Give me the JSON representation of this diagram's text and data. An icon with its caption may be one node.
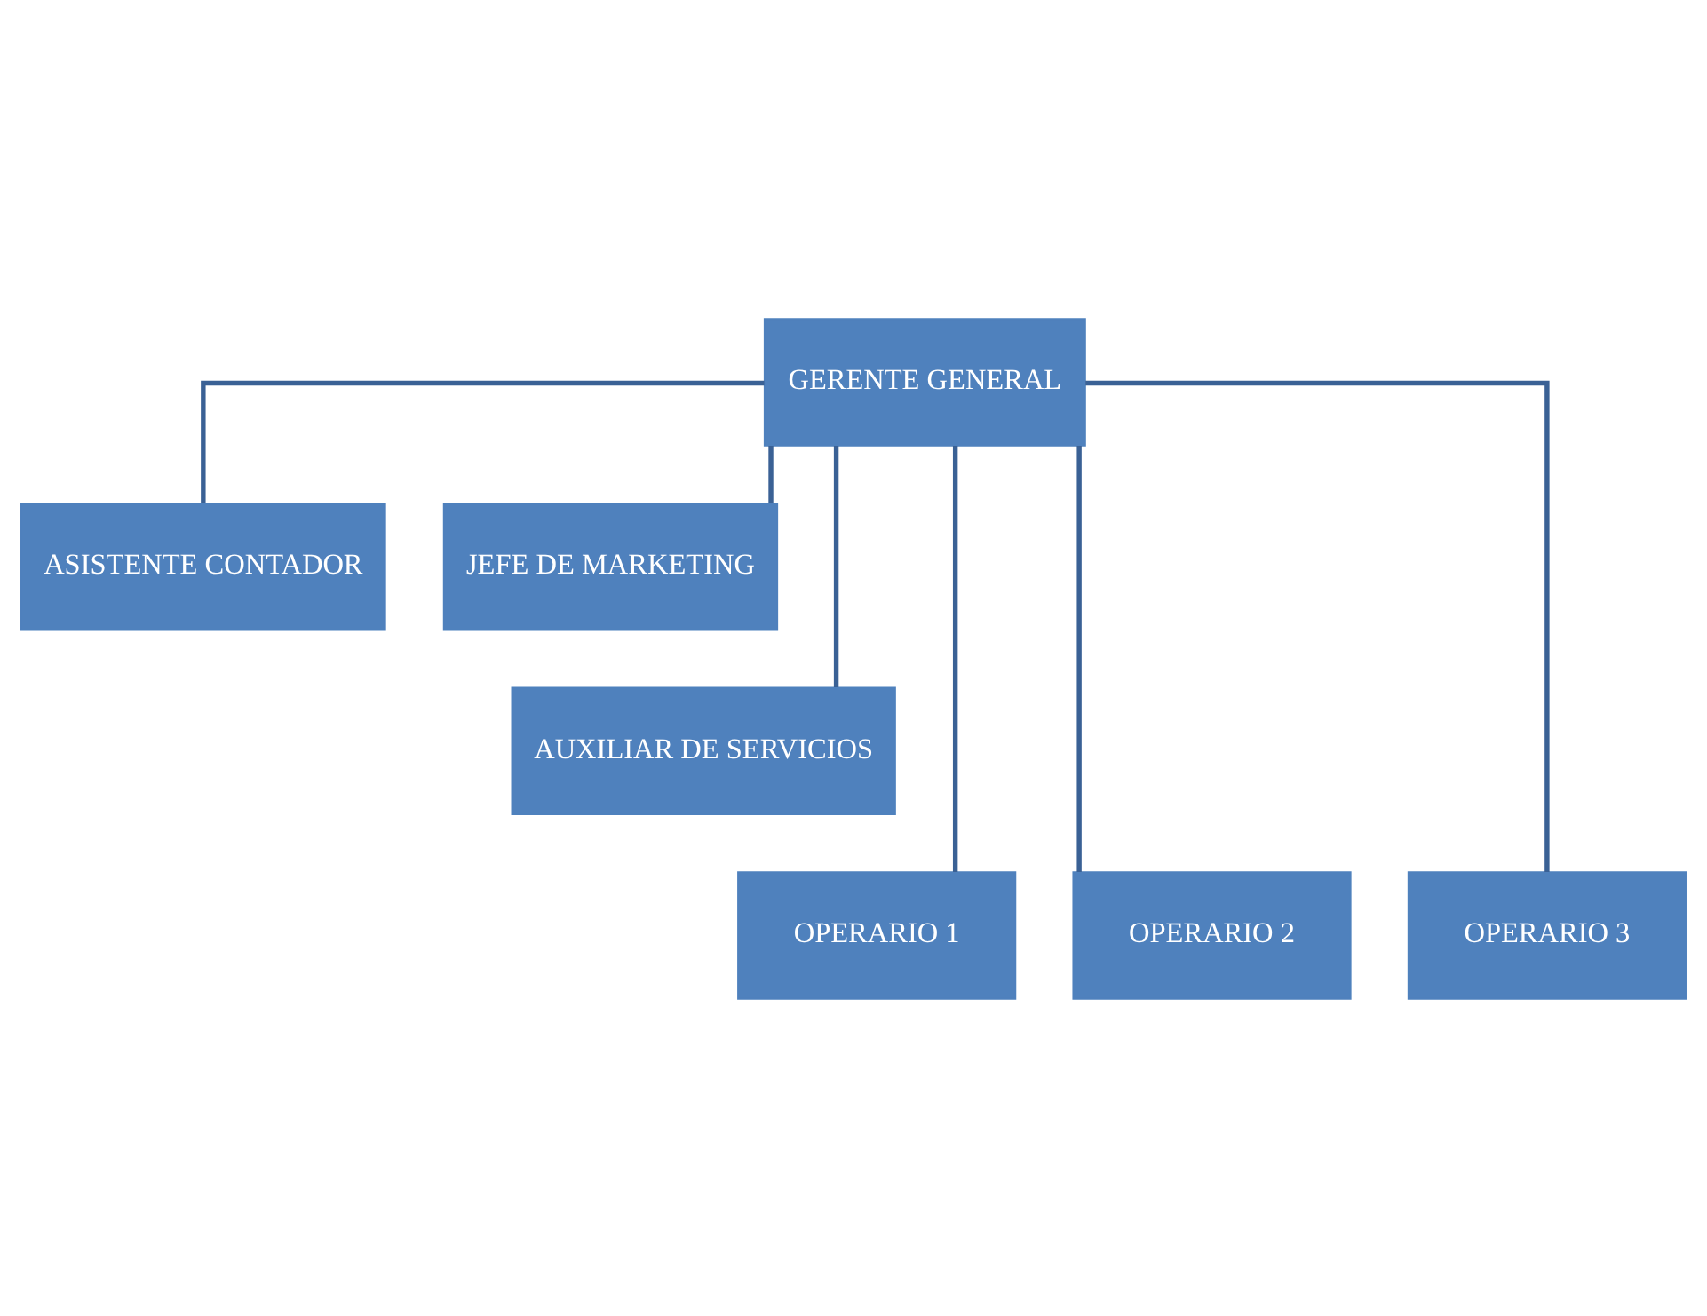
{
  "diagram": {
    "nodes": [
      {
        "text": [
          "GERENTE GENERAL"
        ]
      },
      {
        "text": [
          "ASISTENTE CONTADOR"
        ]
      },
      {
        "text": [
          "JEFE DE MARKETING"
        ]
      },
      {
        "text": [
          "AUXILIAR DE SERVICIOS"
        ]
      },
      {
        "text": [
          "OPERARIO 1"
        ]
      },
      {
        "text": [
          "OPERARIO 2"
        ]
      },
      {
        "text": [
          "OPERARIO 3"
        ]
      }
    ],
    "edges": [
      {
        "from": 0,
        "to": 1,
        "arrow": "none"
      },
      {
        "from": 0,
        "to": 2,
        "arrow": "none"
      },
      {
        "from": 0,
        "to": 3,
        "arrow": "none"
      },
      {
        "from": 0,
        "to": 4,
        "arrow": "none"
      },
      {
        "from": 0,
        "to": 5,
        "arrow": "none"
      },
      {
        "from": 0,
        "to": 6,
        "arrow": "none"
      }
    ]
  }
}
